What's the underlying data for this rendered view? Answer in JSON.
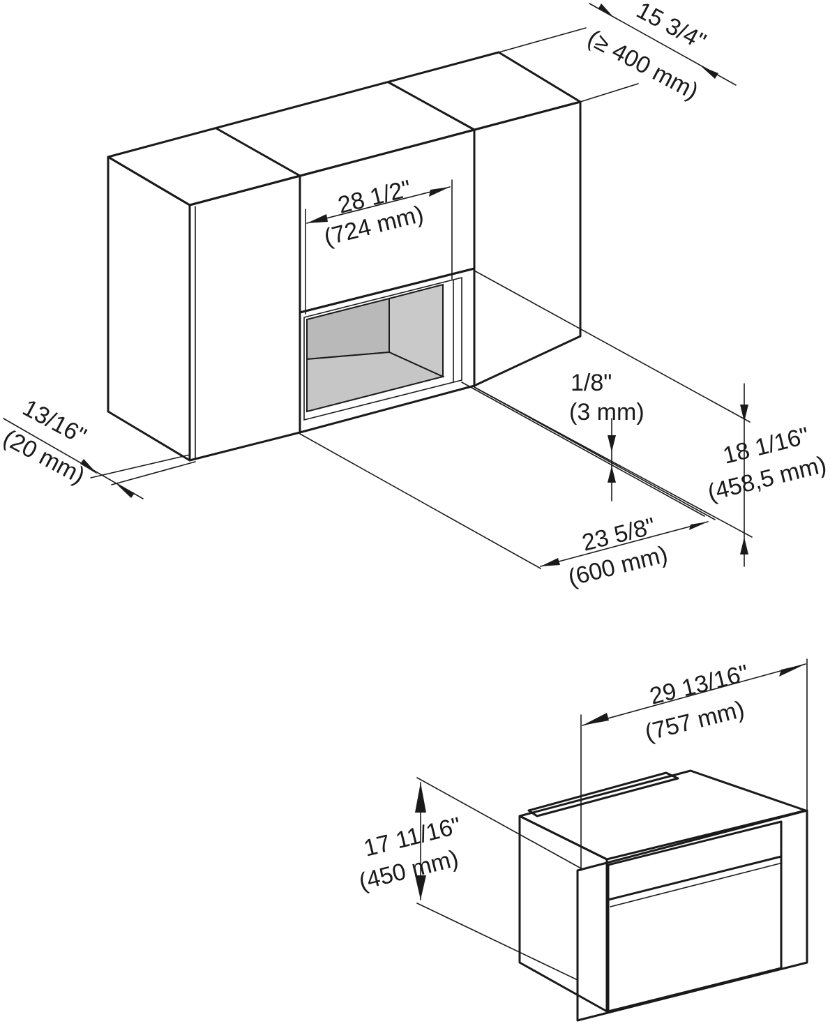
{
  "colors": {
    "line": "#1a1a1a",
    "panel_light": "#e6e6e6",
    "panel_mid": "#d6d6d6",
    "panel_dark": "#c4c4c4",
    "niche_floor": "#cbcbcb",
    "niche_wall": "#bdbdbd",
    "background": "#ffffff"
  },
  "dimensions": {
    "cabinet_depth": {
      "imperial": "15 3/4\"",
      "metric": "(≥ 400 mm)"
    },
    "niche_width": {
      "imperial": "28 1/2\"",
      "metric": "(724 mm)"
    },
    "front_thickness": {
      "imperial": "13/16\"",
      "metric": "(20 mm)"
    },
    "gap": {
      "imperial": "1/8\"",
      "metric": "(3 mm)"
    },
    "niche_height": {
      "imperial": "18 1/16\"",
      "metric": "(458,5 mm)"
    },
    "niche_depth": {
      "imperial": "23 5/8\"",
      "metric": "(600 mm)"
    },
    "appliance_width": {
      "imperial": "29 13/16\"",
      "metric": "(757 mm)"
    },
    "appliance_height": {
      "imperial": "17 11/16\"",
      "metric": "(450 mm)"
    }
  }
}
